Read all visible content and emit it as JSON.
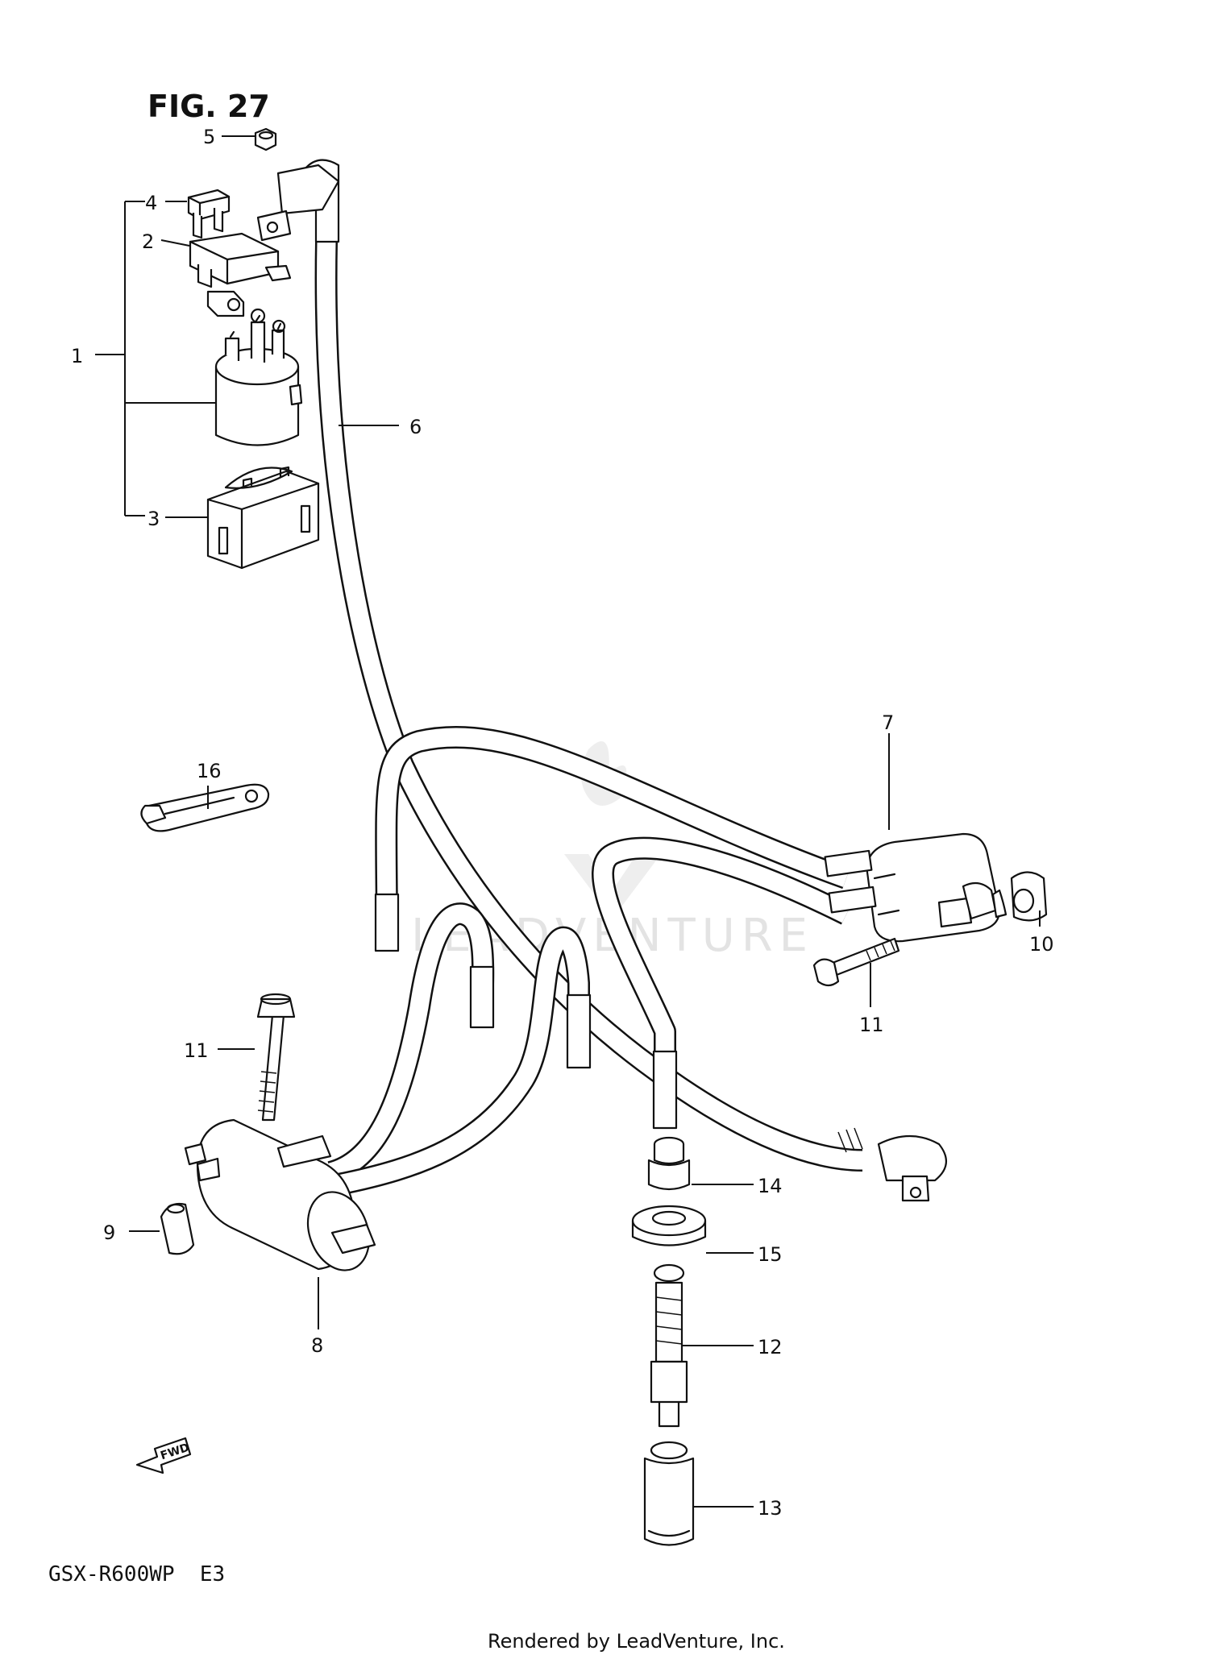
{
  "figure": {
    "title": "FIG. 27",
    "model": "GSX-R600WP  E3",
    "footer": "Rendered by LeadVenture, Inc.",
    "watermark": "LEADVENTURE",
    "fwd_label": "FWD"
  },
  "callouts": [
    {
      "id": "c1",
      "text": "1"
    },
    {
      "id": "c2",
      "text": "2"
    },
    {
      "id": "c3",
      "text": "3"
    },
    {
      "id": "c4",
      "text": "4"
    },
    {
      "id": "c5",
      "text": "5"
    },
    {
      "id": "c6",
      "text": "6"
    },
    {
      "id": "c7",
      "text": "7"
    },
    {
      "id": "c8",
      "text": "8"
    },
    {
      "id": "c9",
      "text": "9"
    },
    {
      "id": "c10",
      "text": "10"
    },
    {
      "id": "c11a",
      "text": "11"
    },
    {
      "id": "c11b",
      "text": "11"
    },
    {
      "id": "c12",
      "text": "12"
    },
    {
      "id": "c13",
      "text": "13"
    },
    {
      "id": "c14",
      "text": "14"
    },
    {
      "id": "c15",
      "text": "15"
    },
    {
      "id": "c16",
      "text": "16"
    }
  ],
  "colors": {
    "ink": "#111111",
    "watermark": "#e3e3e3"
  }
}
